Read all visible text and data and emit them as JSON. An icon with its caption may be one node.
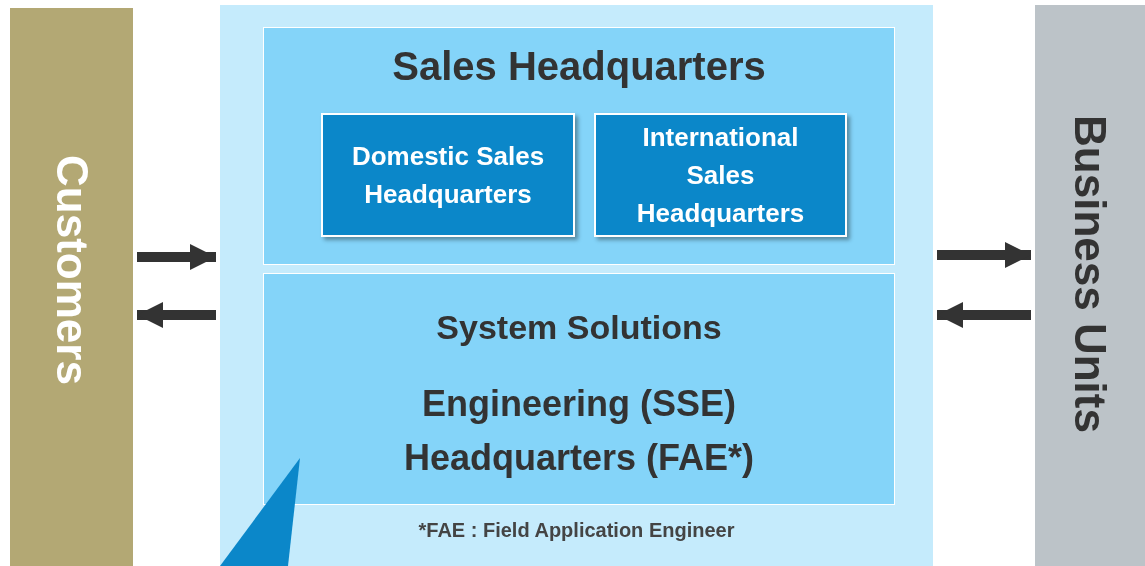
{
  "diagram": {
    "nodes": [
      {
        "text": [
          "Customers"
        ]
      },
      {
        "text": [
          "*FAE : Field Application Engineer"
        ]
      },
      {
        "text": [
          "Sales Headquarters"
        ],
        "in": 1
      },
      {
        "text": [
          "Domestic Sales Headquarters"
        ],
        "in": 2
      },
      {
        "text": [
          "International Sales Headquarters"
        ],
        "in": 2
      },
      {
        "text": [
          "System Solutions",
          "Engineering (SSE) Headquarters (FAE*)"
        ],
        "in": 1
      },
      {
        "text": [
          "Business Units"
        ]
      },
      {
        "text": [],
        "shape": "triangle",
        "in": 1
      }
    ],
    "edges": [
      {
        "from": 0,
        "to": 1,
        "arrow": "to"
      },
      {
        "from": 1,
        "to": 0,
        "arrow": "to"
      },
      {
        "from": 1,
        "to": 6,
        "arrow": "to"
      },
      {
        "from": 6,
        "to": 1,
        "arrow": "to"
      }
    ]
  }
}
